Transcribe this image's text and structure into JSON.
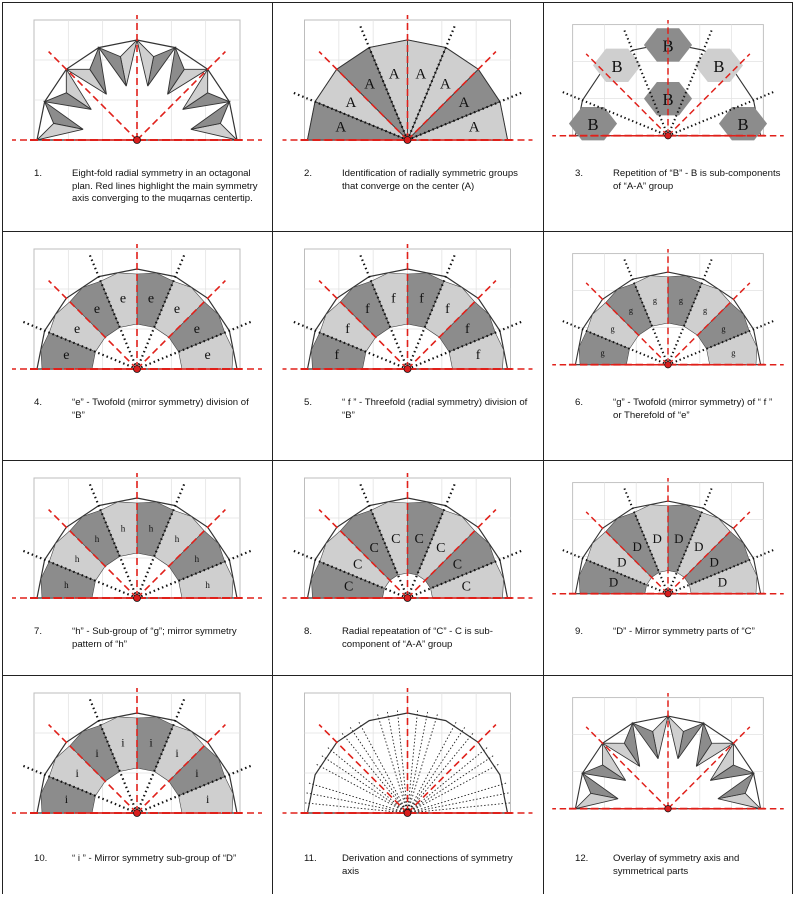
{
  "panels": [
    {
      "number": "1.",
      "caption": "Eight-fold radial symmetry in an octagonal plan. Red lines highlight the main symmetry axis converging to the muqarnas centertip.",
      "kind": "full"
    },
    {
      "number": "2.",
      "caption": "Identification of radially symmetric groups that converge on the center (A)",
      "kind": "A",
      "letter": "A"
    },
    {
      "number": "3.",
      "caption": "Repetition of “B” - B is sub-components of  “A-A” group",
      "kind": "B",
      "letter": "B"
    },
    {
      "number": "4.",
      "caption": "“e”  - Twofold (mirror symmetry) division of “B”",
      "kind": "e",
      "letter": "e"
    },
    {
      "number": "5.",
      "caption": "“ f ” - Threefold  (radial symmetry) division of “B”",
      "kind": "f",
      "letter": "f"
    },
    {
      "number": "6.",
      "caption": "“g” - Twofold (mirror symmetry) of “ f ” or Therefold of “e”",
      "kind": "g",
      "letter": "g"
    },
    {
      "number": "7.",
      "caption": "“h” - Sub-group of “g”; mirror symmetry pattern of “h”",
      "kind": "h",
      "letter": "h"
    },
    {
      "number": "8.",
      "caption": "Radial repeatation of “C” - C is sub-component of  “A-A” group",
      "kind": "C",
      "letter": "C"
    },
    {
      "number": "9.",
      "caption": "“D” - Mirror symmetry parts of “C”",
      "kind": "D",
      "letter": "D"
    },
    {
      "number": "10.",
      "caption": "“ i ” - Mirror symmetry sub-group of “D”",
      "kind": "i",
      "letter": "i"
    },
    {
      "number": "11.",
      "caption": "Derivation and connections of symmetry axis",
      "kind": "axis"
    },
    {
      "number": "12.",
      "caption": "Overlay of symmetry axis and symmetrical parts",
      "kind": "overlay"
    }
  ],
  "colors": {
    "axis_red": "#e0201a",
    "dark_fill": "#8c8c8c",
    "light_fill": "#cfcfcf",
    "pattern_line": "#bdbdbd",
    "dot_red": "#d81e1e"
  }
}
